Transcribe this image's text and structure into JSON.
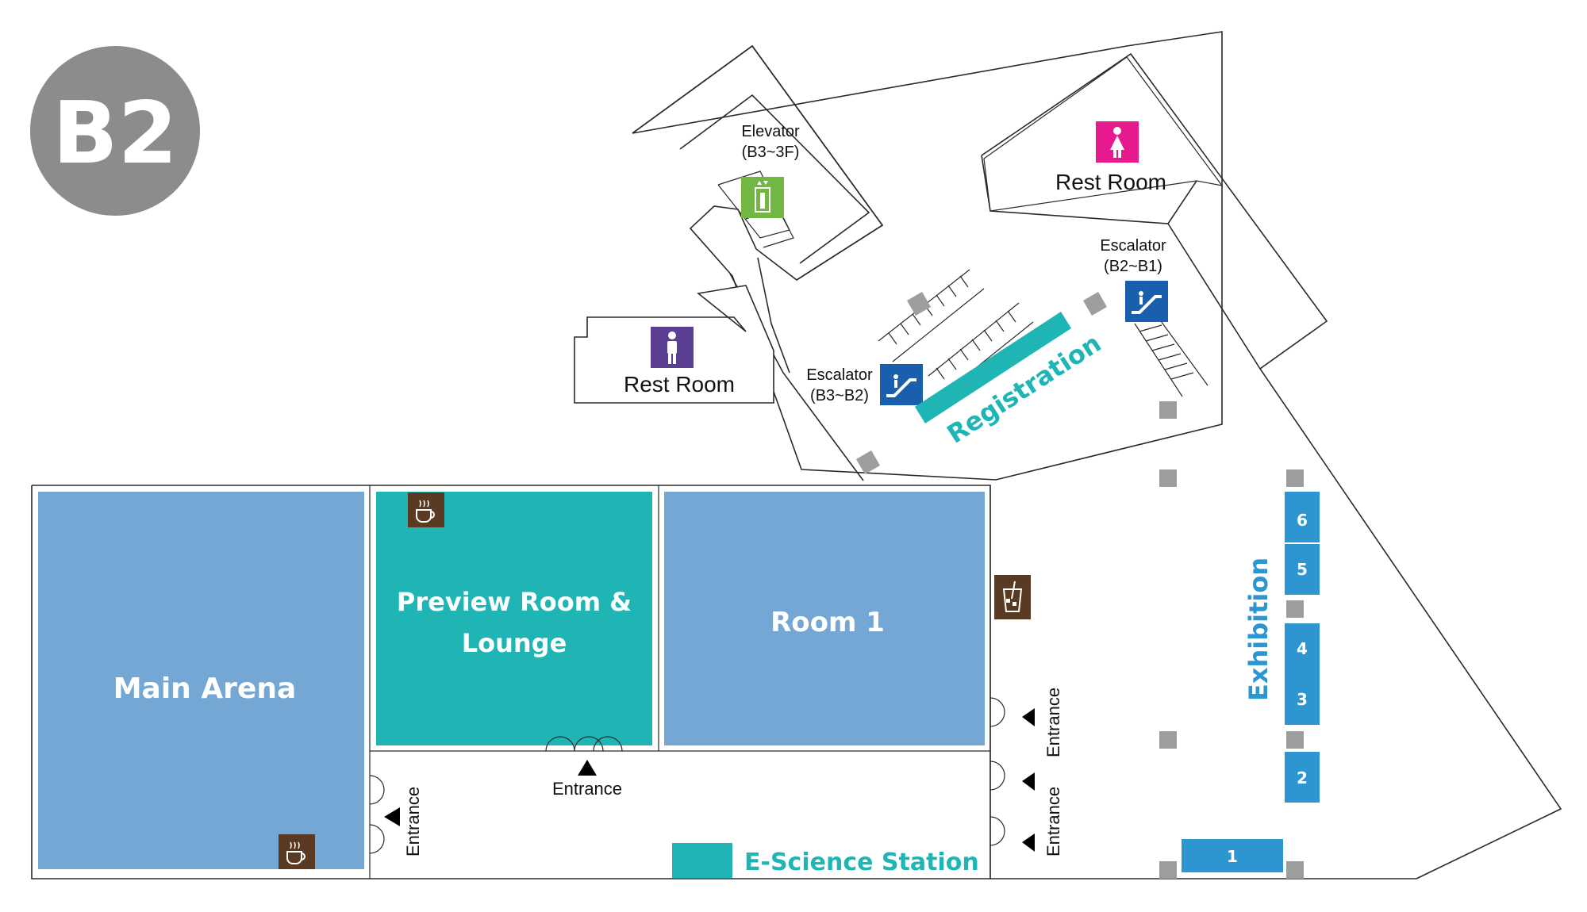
{
  "floor": {
    "label": "B2"
  },
  "rooms": {
    "main_arena": "Main Arena",
    "preview_room_line1": "Preview Room &",
    "preview_room_line2": "Lounge",
    "room1": "Room 1"
  },
  "facilities": {
    "elevator_line1": "Elevator",
    "elevator_line2": "(B3~3F)",
    "restroom_women": "Rest Room",
    "restroom_men": "Rest Room",
    "escalator_a_line1": "Escalator",
    "escalator_a_line2": "(B3~B2)",
    "escalator_b_line1": "Escalator",
    "escalator_b_line2": "(B2~B1)",
    "registration": "Registration",
    "exhibition": "Exhibition"
  },
  "entrances": {
    "preview": "Entrance",
    "main_arena": "Entrance",
    "room1_upper": "Entrance",
    "room1_lower": "Entrance"
  },
  "exhibition_booths": [
    "1",
    "2",
    "3",
    "4",
    "5",
    "6"
  ],
  "legend": {
    "e_science_station": "E-Science Station"
  },
  "icons": {
    "cafe": "coffee-cup-icon",
    "drink": "iced-drink-icon",
    "elevator": "elevator-icon",
    "escalator": "escalator-icon",
    "women": "women-restroom-icon",
    "men": "men-restroom-icon"
  },
  "colors": {
    "room_blue": "#74a7d3",
    "room_teal": "#1fb5b5",
    "badge_gray": "#8c8c8c",
    "booth_blue": "#2d96d0",
    "escalator_blue": "#1a5fae",
    "elevator_green": "#72b743",
    "women_pink": "#e6198f",
    "men_purple": "#5b3d92",
    "cafe_brown": "#5a3a22",
    "registration_teal": "#1fb5b5"
  }
}
